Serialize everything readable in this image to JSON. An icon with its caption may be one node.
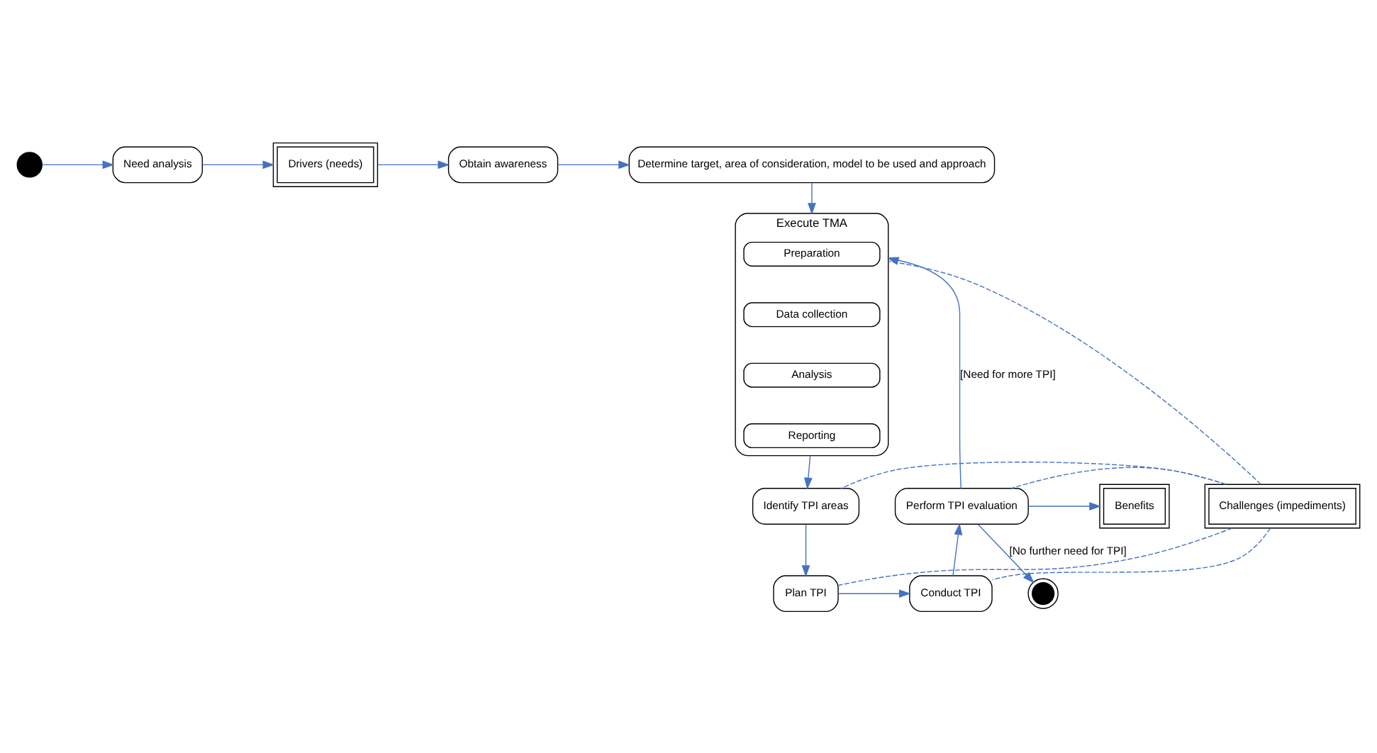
{
  "diagram": {
    "nodes": [
      {
        "text": [],
        "shape": "circle"
      },
      {
        "text": [
          "Need analysis"
        ]
      },
      {
        "text": [
          "Drivers (needs)"
        ]
      },
      {
        "text": [
          "Obtain awareness"
        ]
      },
      {
        "text": [
          "Determine target, area of consideration, model to be used and approach"
        ]
      },
      {
        "text": [
          "Execute TMA"
        ]
      },
      {
        "text": [
          "Preparation"
        ],
        "in": 5
      },
      {
        "text": [
          "Data collection"
        ],
        "in": 5
      },
      {
        "text": [
          "Analysis"
        ],
        "in": 5
      },
      {
        "text": [
          "Reporting"
        ],
        "in": 5
      },
      {
        "text": [
          "Identify TPI areas"
        ]
      },
      {
        "text": [
          "Plan TPI"
        ]
      },
      {
        "text": [
          "Conduct TPI"
        ]
      },
      {
        "text": [
          "Perform TPI evaluation"
        ]
      },
      {
        "text": [
          "Benefits"
        ]
      },
      {
        "text": [
          "Challenges (impediments)"
        ]
      },
      {
        "text": [],
        "shape": "circle"
      }
    ],
    "edges": [
      {
        "from": 0,
        "to": 1,
        "arrow": "to"
      },
      {
        "from": 1,
        "to": 2,
        "arrow": "to"
      },
      {
        "from": 2,
        "to": 3,
        "arrow": "to"
      },
      {
        "from": 3,
        "to": 4,
        "arrow": "to"
      },
      {
        "from": 4,
        "to": 5,
        "arrow": "to"
      },
      {
        "from": 5,
        "to": 10,
        "arrow": "to"
      },
      {
        "from": 10,
        "to": 11,
        "arrow": "to"
      },
      {
        "from": 11,
        "to": 12,
        "arrow": "to"
      },
      {
        "from": 12,
        "to": 13,
        "arrow": "to"
      },
      {
        "from": 13,
        "to": 5,
        "arrow": "to",
        "label": "[Need for more TPI]"
      },
      {
        "from": 13,
        "to": 14,
        "arrow": "to"
      },
      {
        "from": 13,
        "to": 16,
        "arrow": "to",
        "label": "[No further need for TPI]"
      },
      {
        "from": 15,
        "to": 5,
        "arrow": "none",
        "style": "dashed"
      },
      {
        "from": 15,
        "to": 10,
        "arrow": "none",
        "style": "dashed"
      },
      {
        "from": 15,
        "to": 11,
        "arrow": "none",
        "style": "dashed"
      },
      {
        "from": 15,
        "to": 12,
        "arrow": "none",
        "style": "dashed"
      },
      {
        "from": 15,
        "to": 13,
        "arrow": "none",
        "style": "dashed"
      }
    ]
  }
}
